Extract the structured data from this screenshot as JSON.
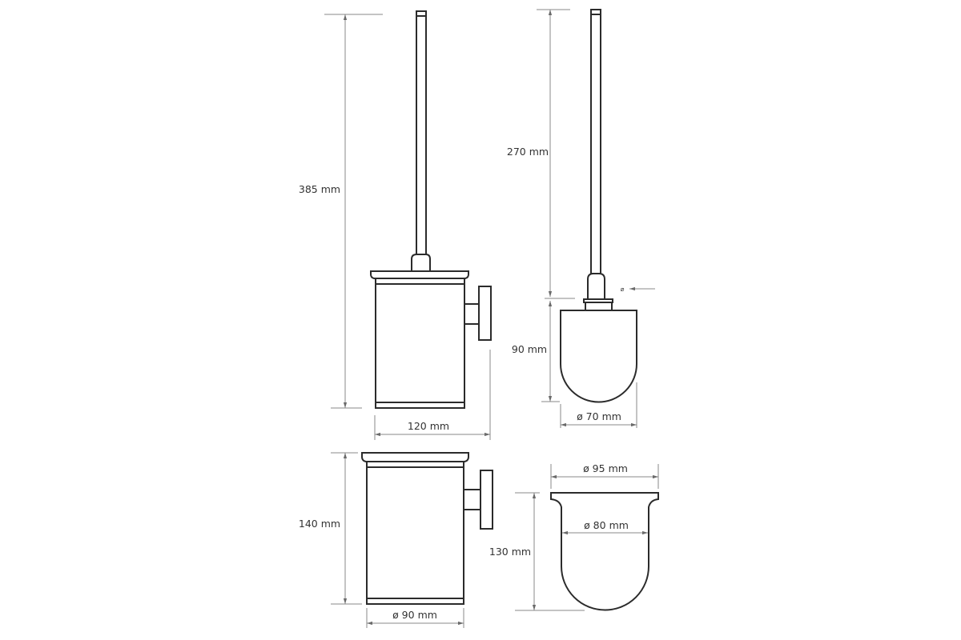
{
  "title": "Toilet brush holder dimension drawing",
  "colors": {
    "outline": "#2b2b2b",
    "dimension": "#8a8a8a"
  },
  "views": {
    "assembled": {
      "height_label": "385 mm",
      "width_label": "120 mm"
    },
    "brush": {
      "handle_label": "270 mm",
      "head_label": "90 mm",
      "head_diameter_label": "ø 70 mm",
      "marker_label": "⌀"
    },
    "holder": {
      "height_label": "140 mm",
      "diameter_label": "ø 90 mm"
    },
    "cup": {
      "outer_diameter_label": "ø 95 mm",
      "inner_diameter_label": "ø 80 mm",
      "height_label": "130 mm"
    }
  }
}
